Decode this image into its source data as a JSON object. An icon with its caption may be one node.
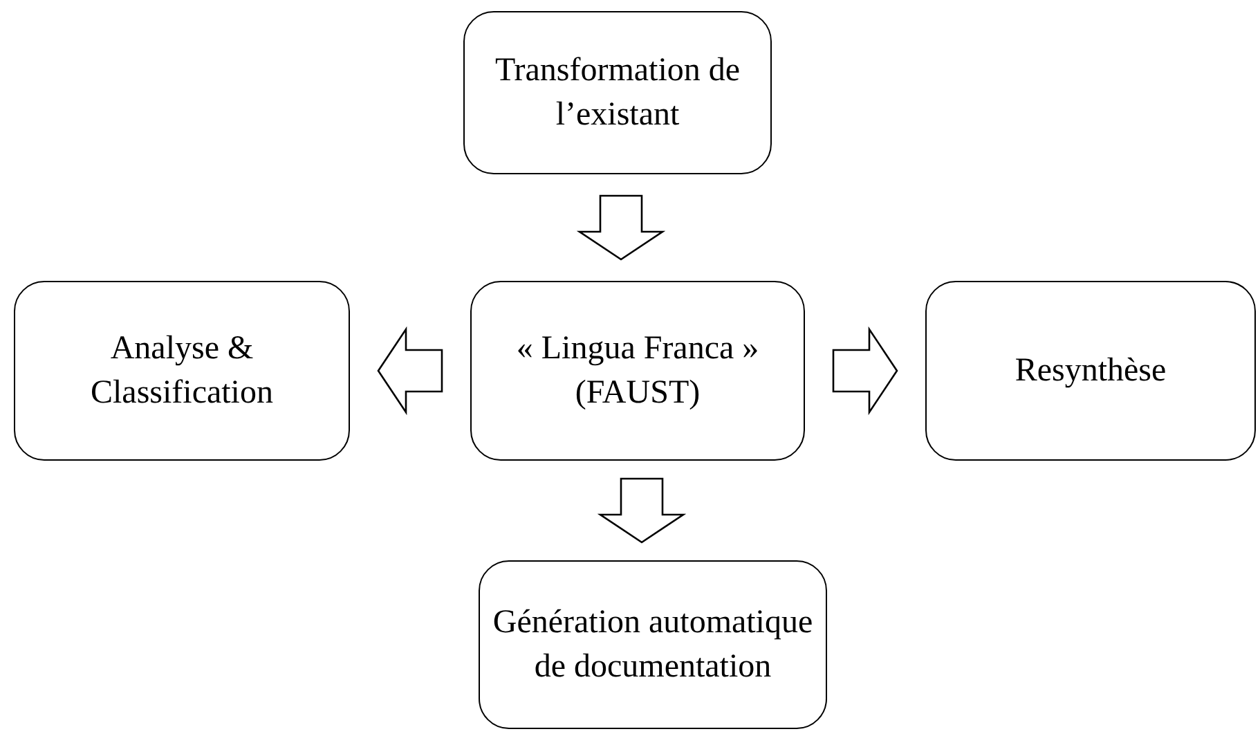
{
  "diagram": {
    "nodes": [
      {
        "text": [
          "Transformation de l’existant"
        ]
      },
      {
        "text": [
          "« Lingua Franca » (FAUST)"
        ]
      },
      {
        "text": [
          "Analyse & Classification"
        ]
      },
      {
        "text": [
          "Resynthèse"
        ]
      },
      {
        "text": [
          "Génération automatique de documentation"
        ]
      }
    ],
    "edges": [
      {
        "from": 0,
        "to": 1,
        "arrow": "to"
      },
      {
        "from": 1,
        "to": 2,
        "arrow": "to"
      },
      {
        "from": 1,
        "to": 3,
        "arrow": "to"
      },
      {
        "from": 1,
        "to": 4,
        "arrow": "to"
      }
    ]
  }
}
